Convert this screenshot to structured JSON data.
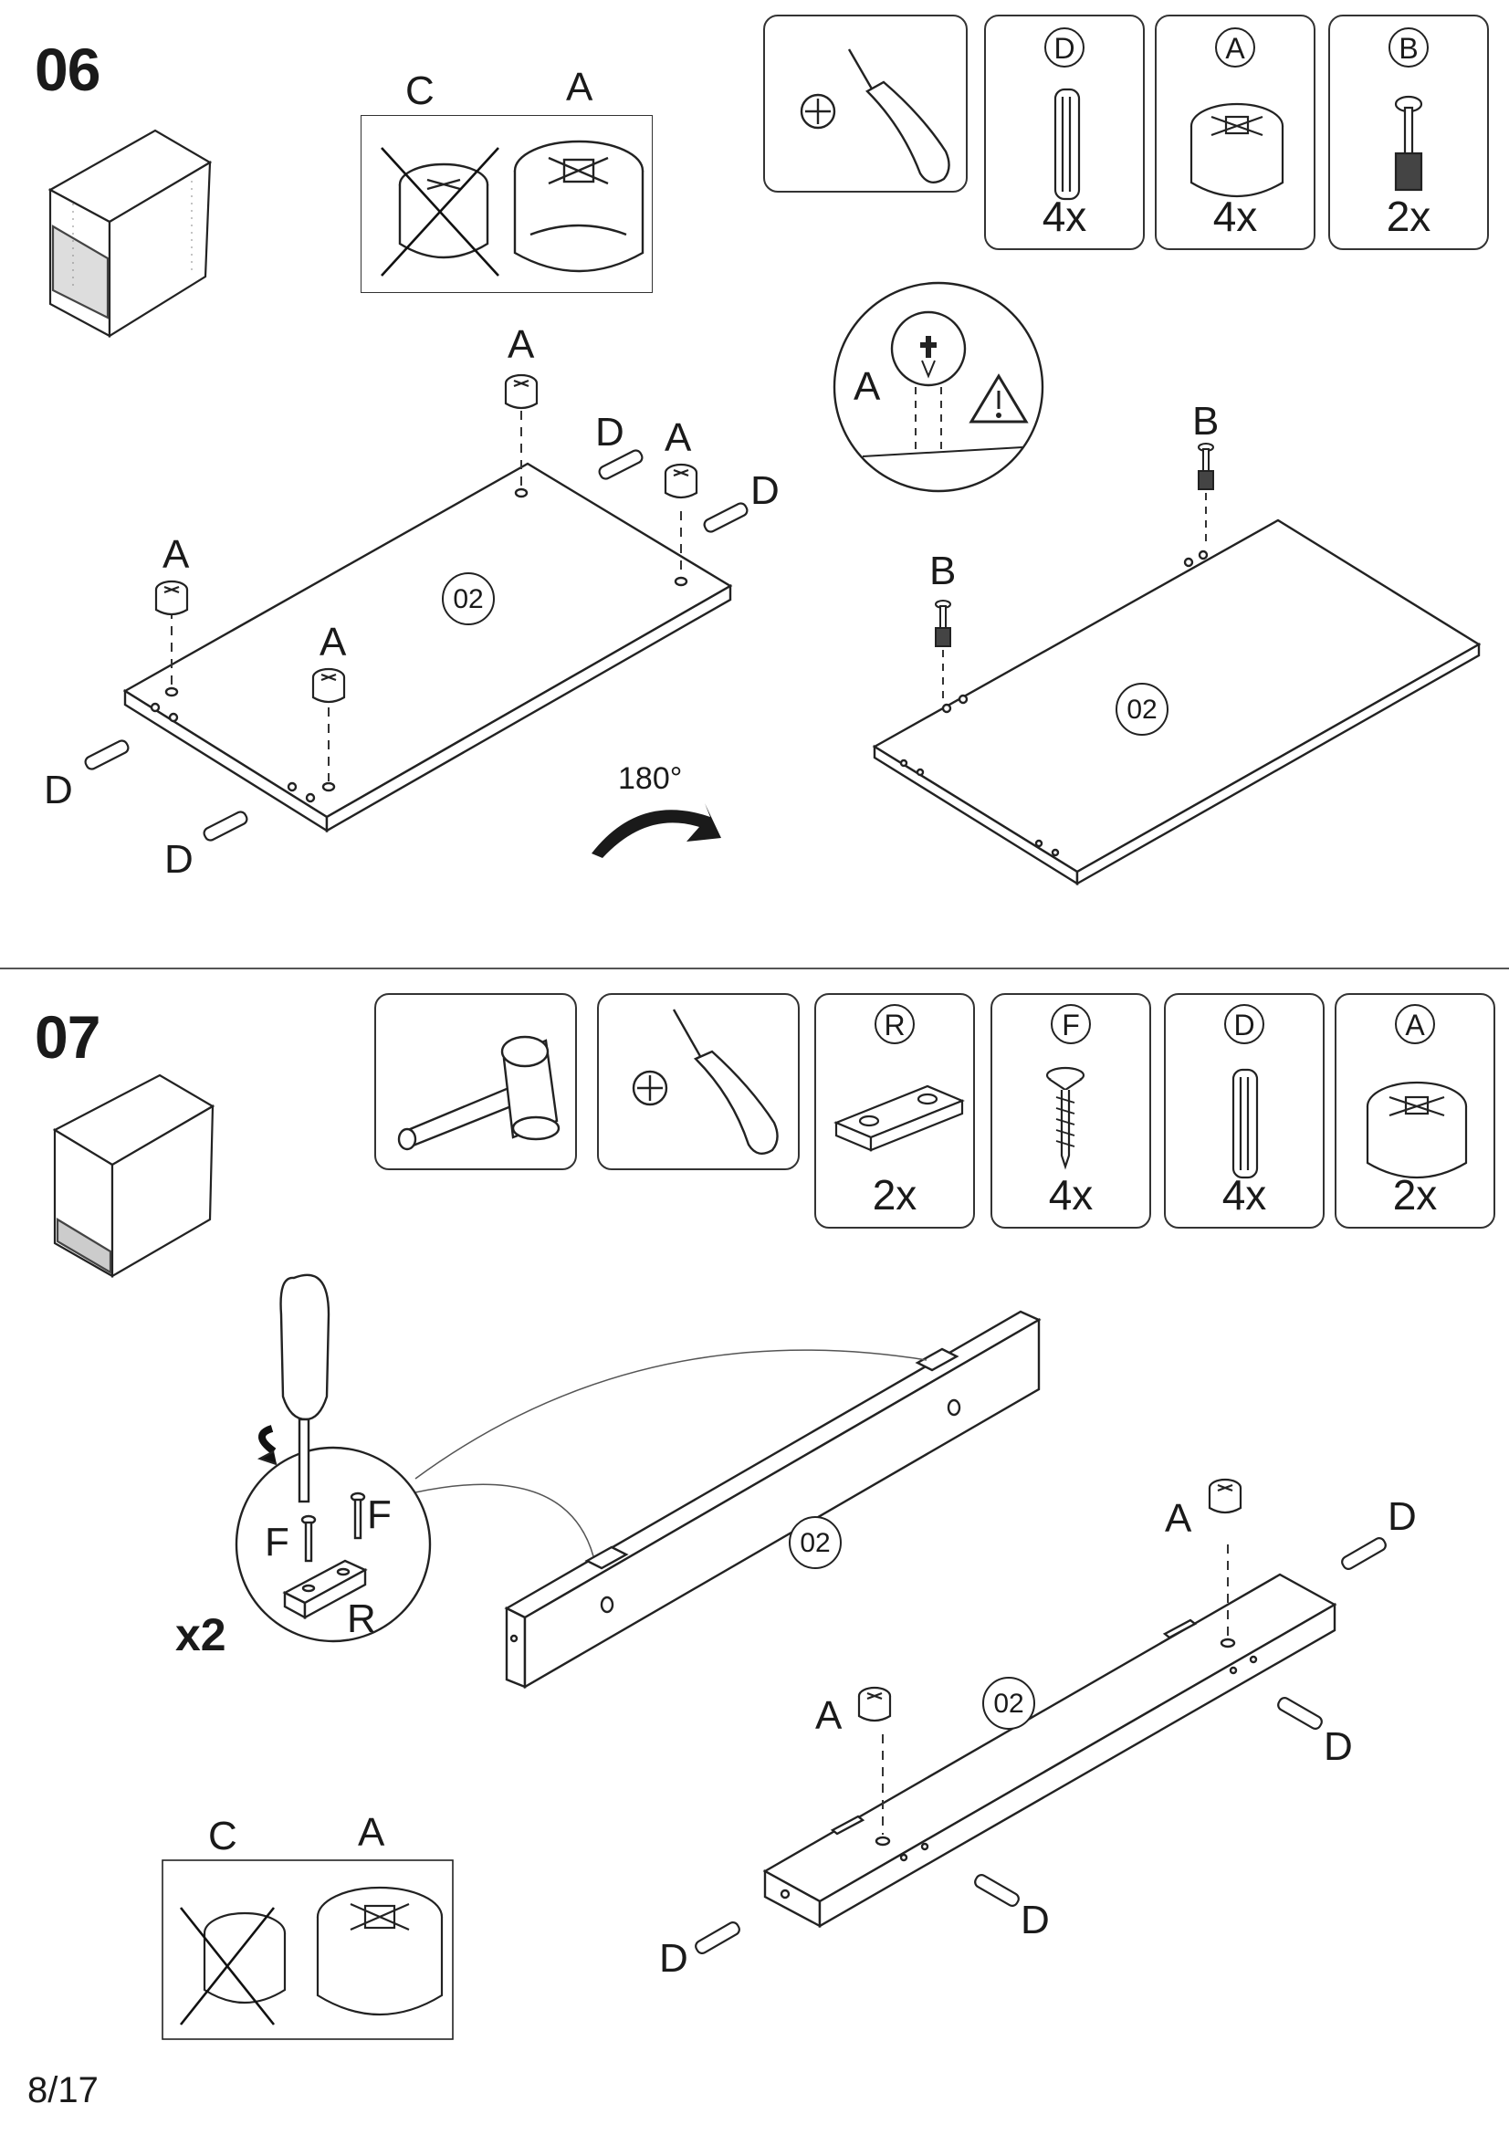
{
  "steps": [
    {
      "number": "06",
      "compare": {
        "wrong_label": "C",
        "right_label": "A"
      },
      "parts": [
        {
          "letter": "D",
          "count": "4x"
        },
        {
          "letter": "A",
          "count": "4x"
        },
        {
          "letter": "B",
          "count": "2x"
        }
      ],
      "callouts": {
        "a1": "A",
        "a2": "A",
        "a3": "A",
        "a4": "A",
        "d1": "D",
        "d2": "D",
        "d3": "D",
        "d4": "D",
        "detail_a": "A",
        "b1": "B",
        "b2": "B",
        "panel_left": "02",
        "panel_right": "02",
        "rotate": "180°"
      }
    },
    {
      "number": "07",
      "compare": {
        "wrong_label": "C",
        "right_label": "A"
      },
      "parts": [
        {
          "letter": "R",
          "count": "2x"
        },
        {
          "letter": "F",
          "count": "4x"
        },
        {
          "letter": "D",
          "count": "4x"
        },
        {
          "letter": "A",
          "count": "2x"
        }
      ],
      "callouts": {
        "f1": "F",
        "f2": "F",
        "r": "R",
        "multiplier": "x2",
        "rail_upper": "02",
        "rail_lower": "02",
        "a1": "A",
        "a2": "A",
        "d1": "D",
        "d2": "D",
        "d3": "D",
        "d4": "D"
      }
    }
  ],
  "footer": {
    "page": "8/17"
  },
  "icons": {
    "screwdriver": "phillips-screwdriver-icon",
    "hammer": "mallet-icon",
    "warning": "warning-triangle-icon"
  }
}
